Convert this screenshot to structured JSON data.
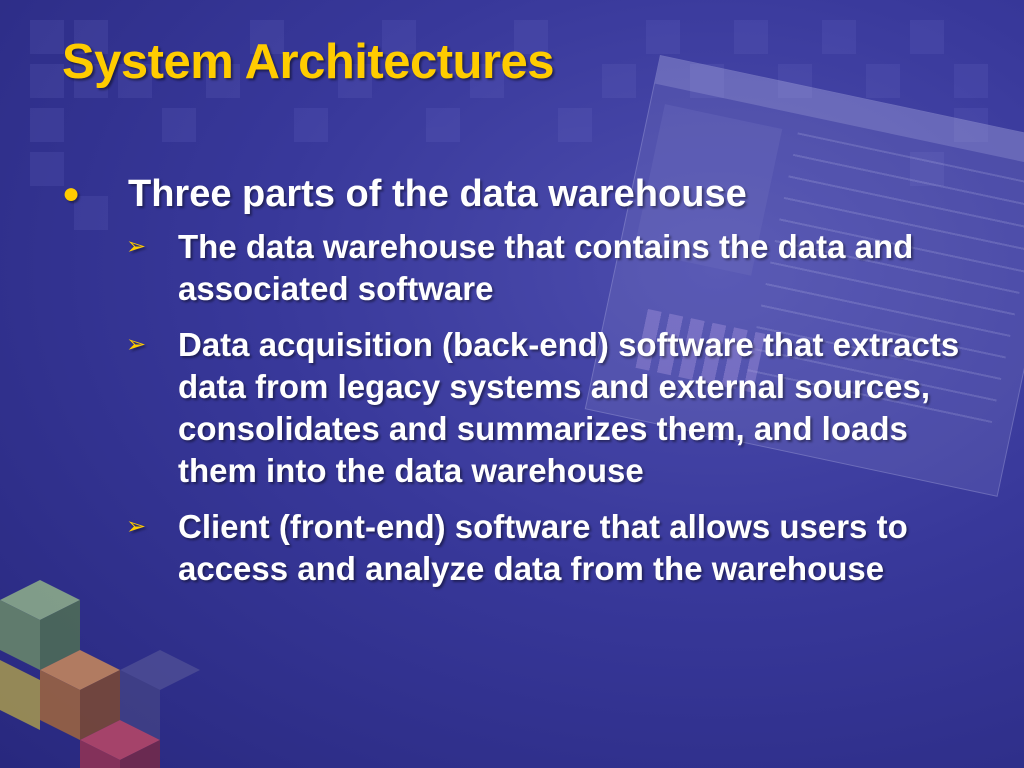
{
  "slide": {
    "title": "System Architectures",
    "bullet": {
      "marker": "●",
      "text": "Three parts of the data warehouse"
    },
    "sub_marker": "➢",
    "sub_items": [
      {
        "text": "The data warehouse that contains the data and associated software"
      },
      {
        "text": "Data acquisition (back-end) software that extracts data from legacy systems and external sources, consolidates and summarizes them, and loads them into the data warehouse"
      },
      {
        "text": "Client (front-end) software that allows users to access and analyze data from the warehouse"
      }
    ]
  },
  "colors": {
    "background": "#38389a",
    "title": "#ffcc00",
    "body_text": "#ffffff",
    "markers": "#ffcc00"
  }
}
